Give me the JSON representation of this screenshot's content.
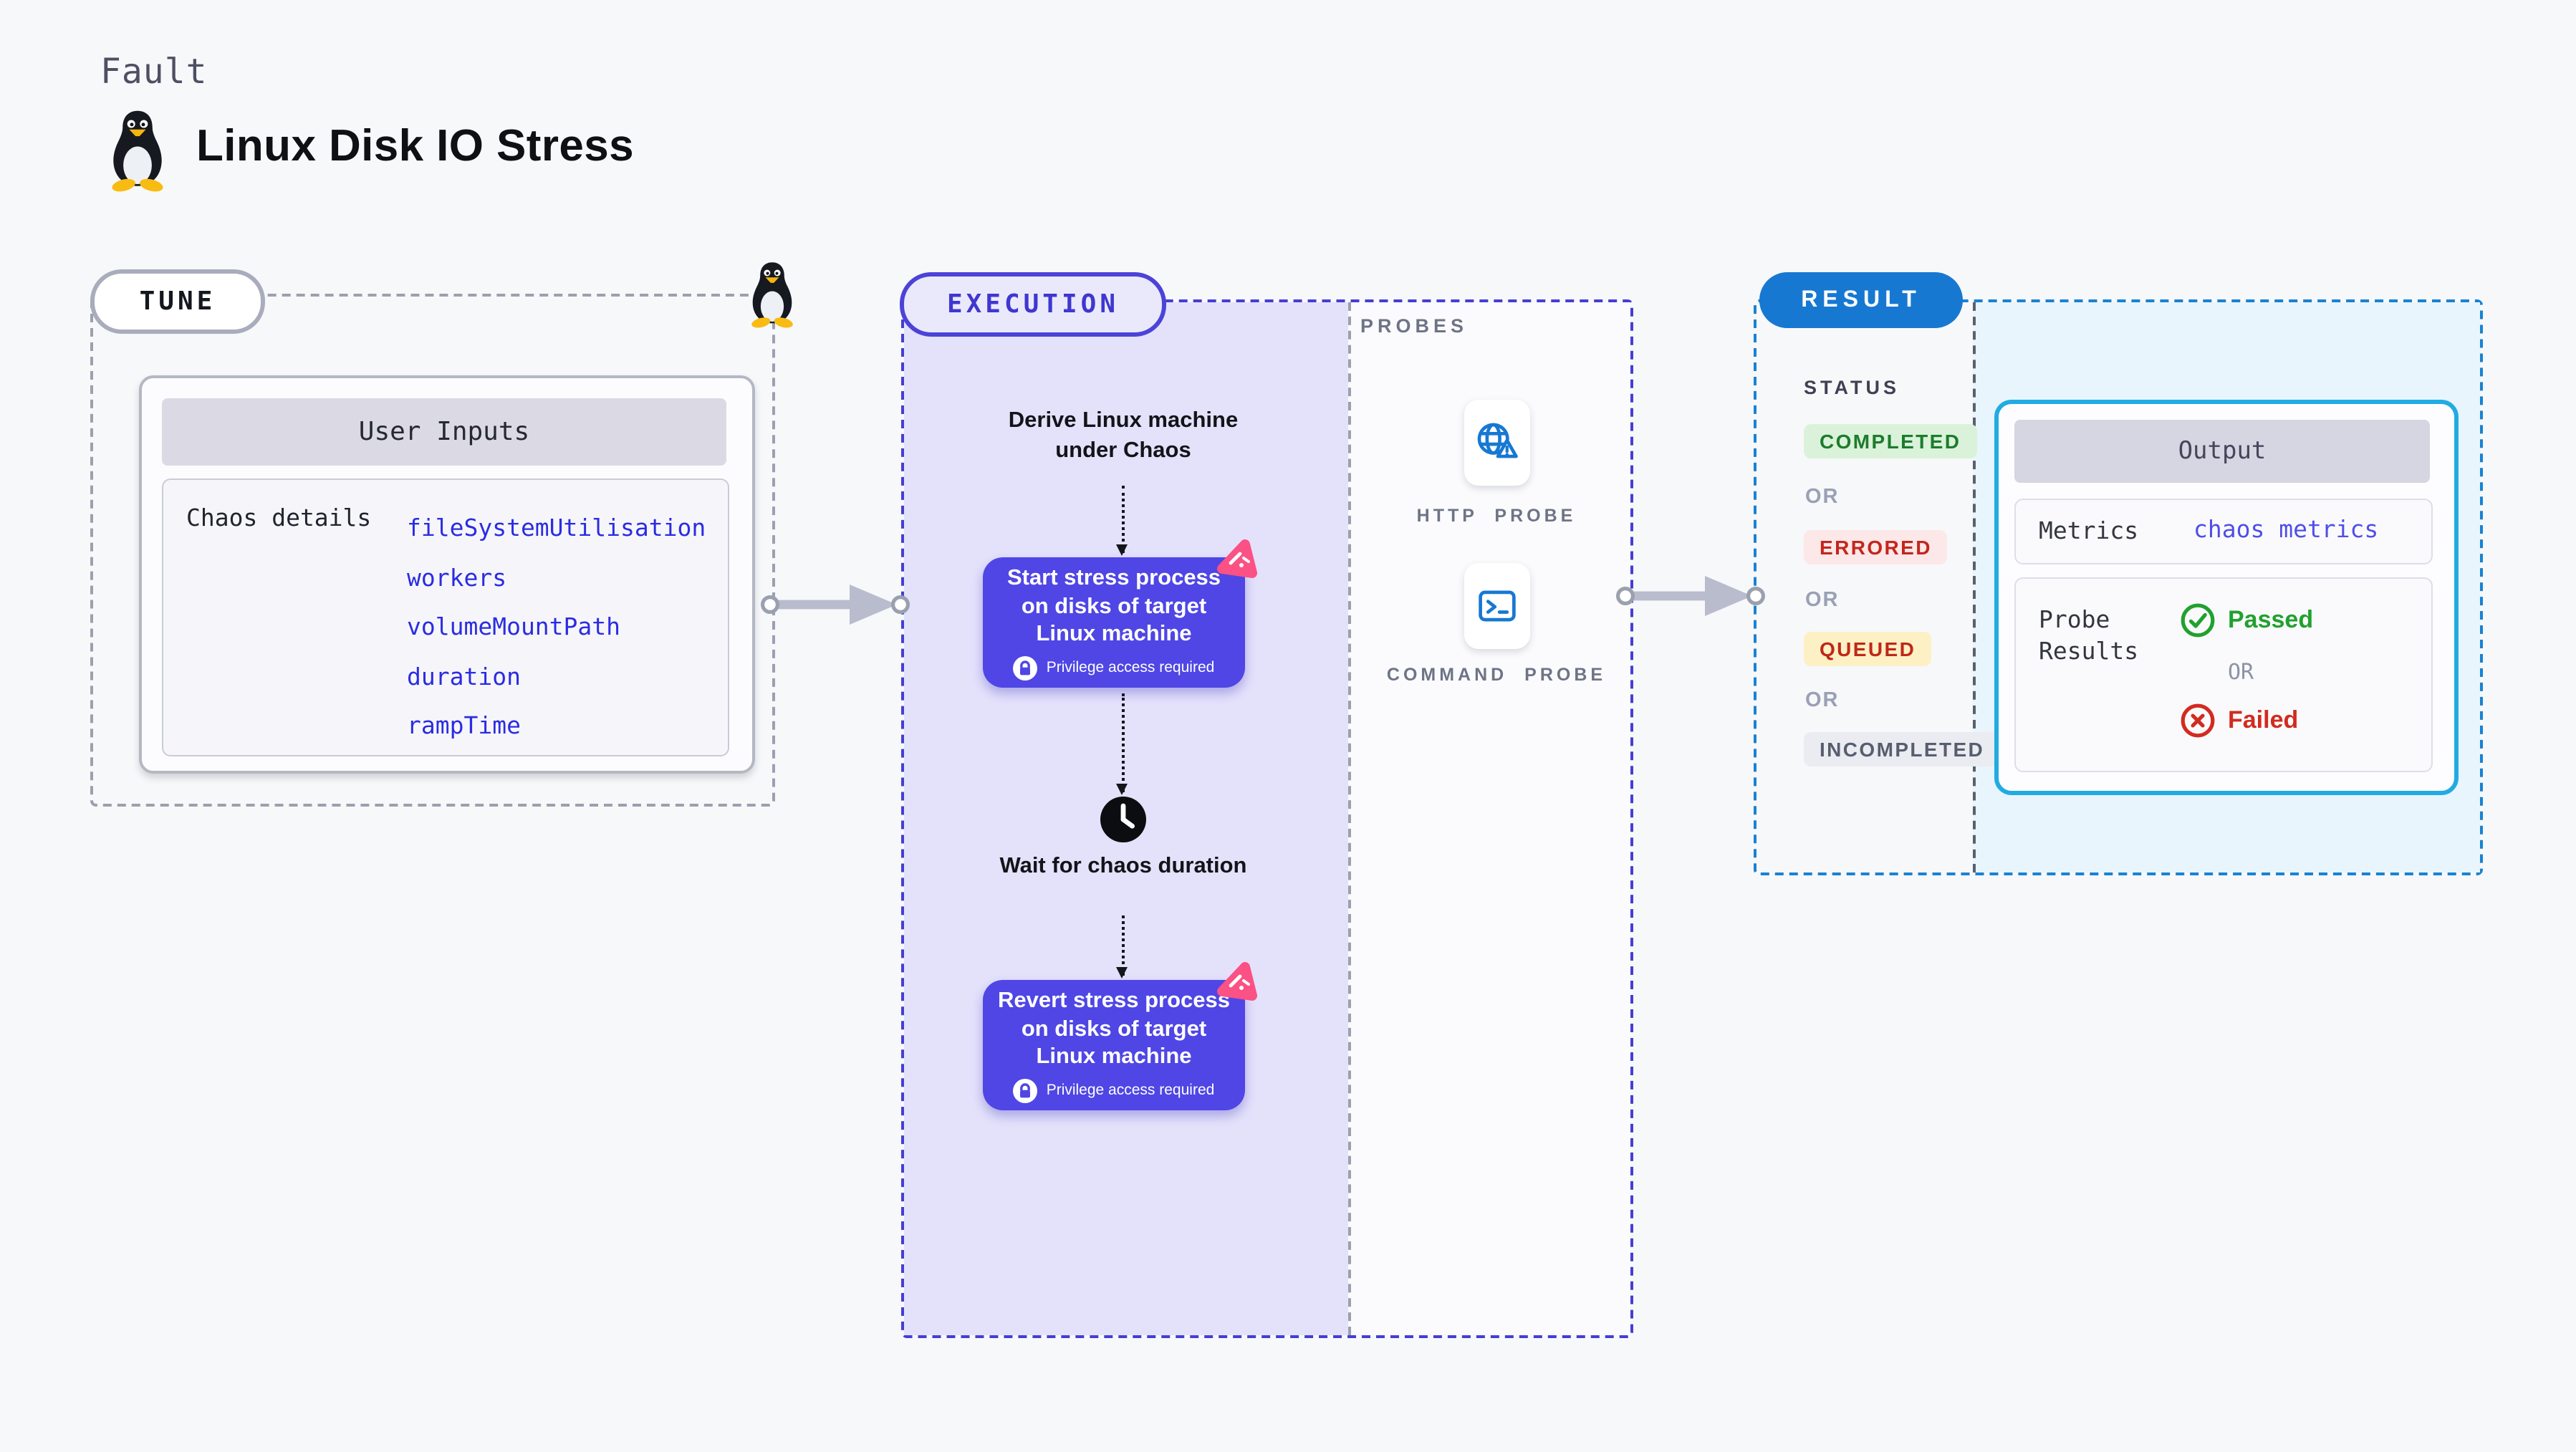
{
  "header": {
    "kicker": "Fault",
    "title": "Linux Disk IO Stress",
    "icon": "tux-penguin-icon"
  },
  "tune": {
    "badge_label": "TUNE",
    "card_title": "User Inputs",
    "row_label": "Chaos details",
    "params": [
      "fileSystemUtilisation",
      "workers",
      "volumeMountPath",
      "duration",
      "rampTime"
    ]
  },
  "execution": {
    "badge_label": "EXECUTION",
    "steps": {
      "derive": "Derive Linux machine under Chaos",
      "start": "Start stress process on disks of target Linux machine",
      "wait": "Wait for chaos duration",
      "revert": "Revert stress process on disks of target Linux machine"
    },
    "privilege_label": "Privilege access required"
  },
  "probes": {
    "title": "PROBES",
    "items": [
      {
        "icon": "globe-alert-icon",
        "label": "HTTP PROBE"
      },
      {
        "icon": "terminal-icon",
        "label": "COMMAND PROBE"
      }
    ]
  },
  "result": {
    "badge_label": "RESULT",
    "status_title": "STATUS",
    "or_label": "OR",
    "statuses": [
      {
        "label": "COMPLETED",
        "text_color": "#1d7c2c",
        "bg_color": "#daf2da"
      },
      {
        "label": "ERRORED",
        "text_color": "#c3261e",
        "bg_color": "#fce8e8"
      },
      {
        "label": "QUEUED",
        "text_color": "#bf2718",
        "bg_color": "#fdf0c5"
      },
      {
        "label": "INCOMPLETED",
        "text_color": "#575e6e",
        "bg_color": "#eaecf2"
      }
    ],
    "output": {
      "title": "Output",
      "metrics_label": "Metrics",
      "metrics_value": "chaos metrics",
      "probe_results_label": "Probe Results",
      "passed_label": "Passed",
      "or_label": "OR",
      "failed_label": "Failed"
    }
  },
  "colors": {
    "page_bg": "#f7f8fa",
    "node_indigo": "#4f46e5",
    "execution_fill": "#e4e2fb",
    "execution_border": "#453ed2",
    "tune_border": "#9aa0ae",
    "result_border": "#1982d2",
    "result_fill": "#e8f5fc",
    "result_badge": "#1778d2",
    "output_border": "#22abe2",
    "probe_icon_blue": "#1778d2",
    "param_blue": "#2b2ce2",
    "passed_green": "#21a12e",
    "failed_red": "#d22b20",
    "chaos_pink": "#fb5185",
    "arrow_gray": "#b9bccd"
  }
}
